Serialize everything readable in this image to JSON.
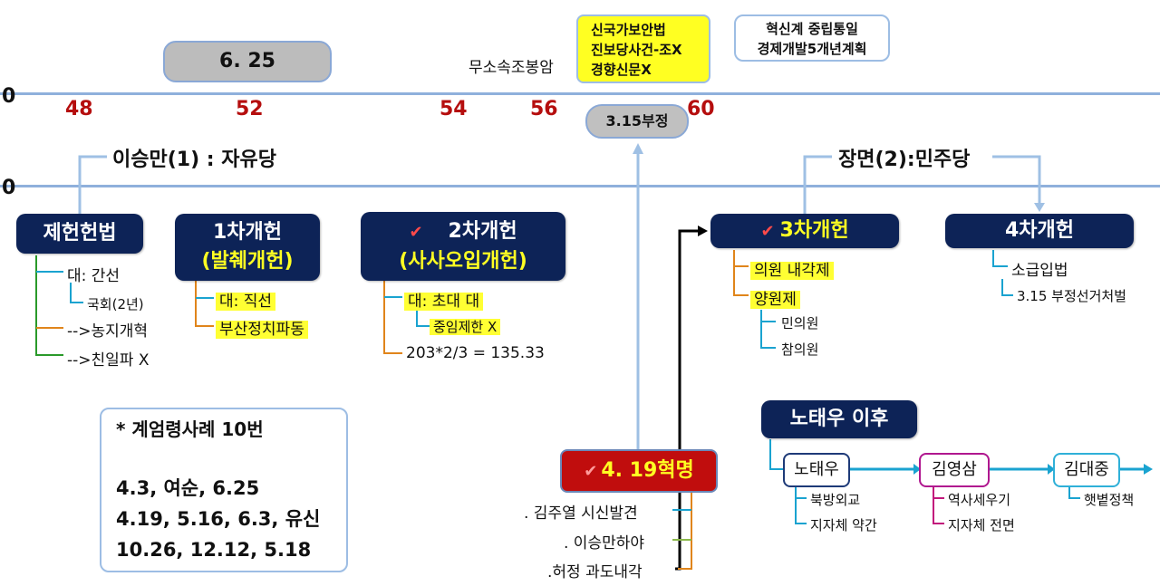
{
  "timeline": {
    "zero_top": "0",
    "zero_mid": "0",
    "years": [
      "48",
      "52",
      "54",
      "56",
      "60"
    ]
  },
  "event_625": "6. 25",
  "event_muso": "무소속조봉암",
  "yellow_box": [
    "신국가보안법",
    "진보당사건-조X",
    "경향신문X"
  ],
  "hyeoksin_box": [
    "혁신계 중립통일",
    "경제개발5개년계획"
  ],
  "event_315": "3.15부정",
  "rhee": "이승만(1) : 자유당",
  "jang": "장면(2):민주당",
  "constitution": {
    "title": "제헌헌법",
    "items": [
      "대: 간선",
      "국회(2년)",
      "-->농지개혁",
      "-->친일파 X"
    ]
  },
  "first": {
    "title": "1차개헌",
    "subtitle": "(발췌개헌)",
    "items": [
      "대: 직선",
      "부산정치파동"
    ]
  },
  "second": {
    "check": "✔",
    "title": "2차개헌",
    "subtitle": "(사사오입개헌)",
    "items": [
      "대: 초대 대",
      "중임제한 X",
      "203*2/3 = 135.33"
    ]
  },
  "third": {
    "check": "✔",
    "title": "3차개헌",
    "items": [
      "의원 내각제",
      "양원제",
      "민의원",
      "참의원"
    ]
  },
  "fourth": {
    "title": "4차개헌",
    "items": [
      "소급입법",
      "3.15 부정선거처벌"
    ]
  },
  "martial": {
    "title": "* 계엄령사례 10번",
    "lines": [
      "4.3, 여순, 6.25",
      "4.19, 5.16, 6.3, 유신",
      "10.26, 12.12, 5.18"
    ]
  },
  "revolution": {
    "check": "✔",
    "title": "4. 19혁명",
    "items": [
      ". 김주열 시신발견",
      ". 이승만하야",
      ".허정 과도내각"
    ]
  },
  "after_roh": {
    "title": "노태우 이후",
    "roh": "노태우",
    "kys": "김영삼",
    "kdj": "김대중",
    "roh_items": [
      "북방외교",
      "지자체 약간"
    ],
    "kys_items": [
      "역사세우기",
      "지자체 전면"
    ],
    "kdj_items": [
      "햇볕정책"
    ]
  }
}
